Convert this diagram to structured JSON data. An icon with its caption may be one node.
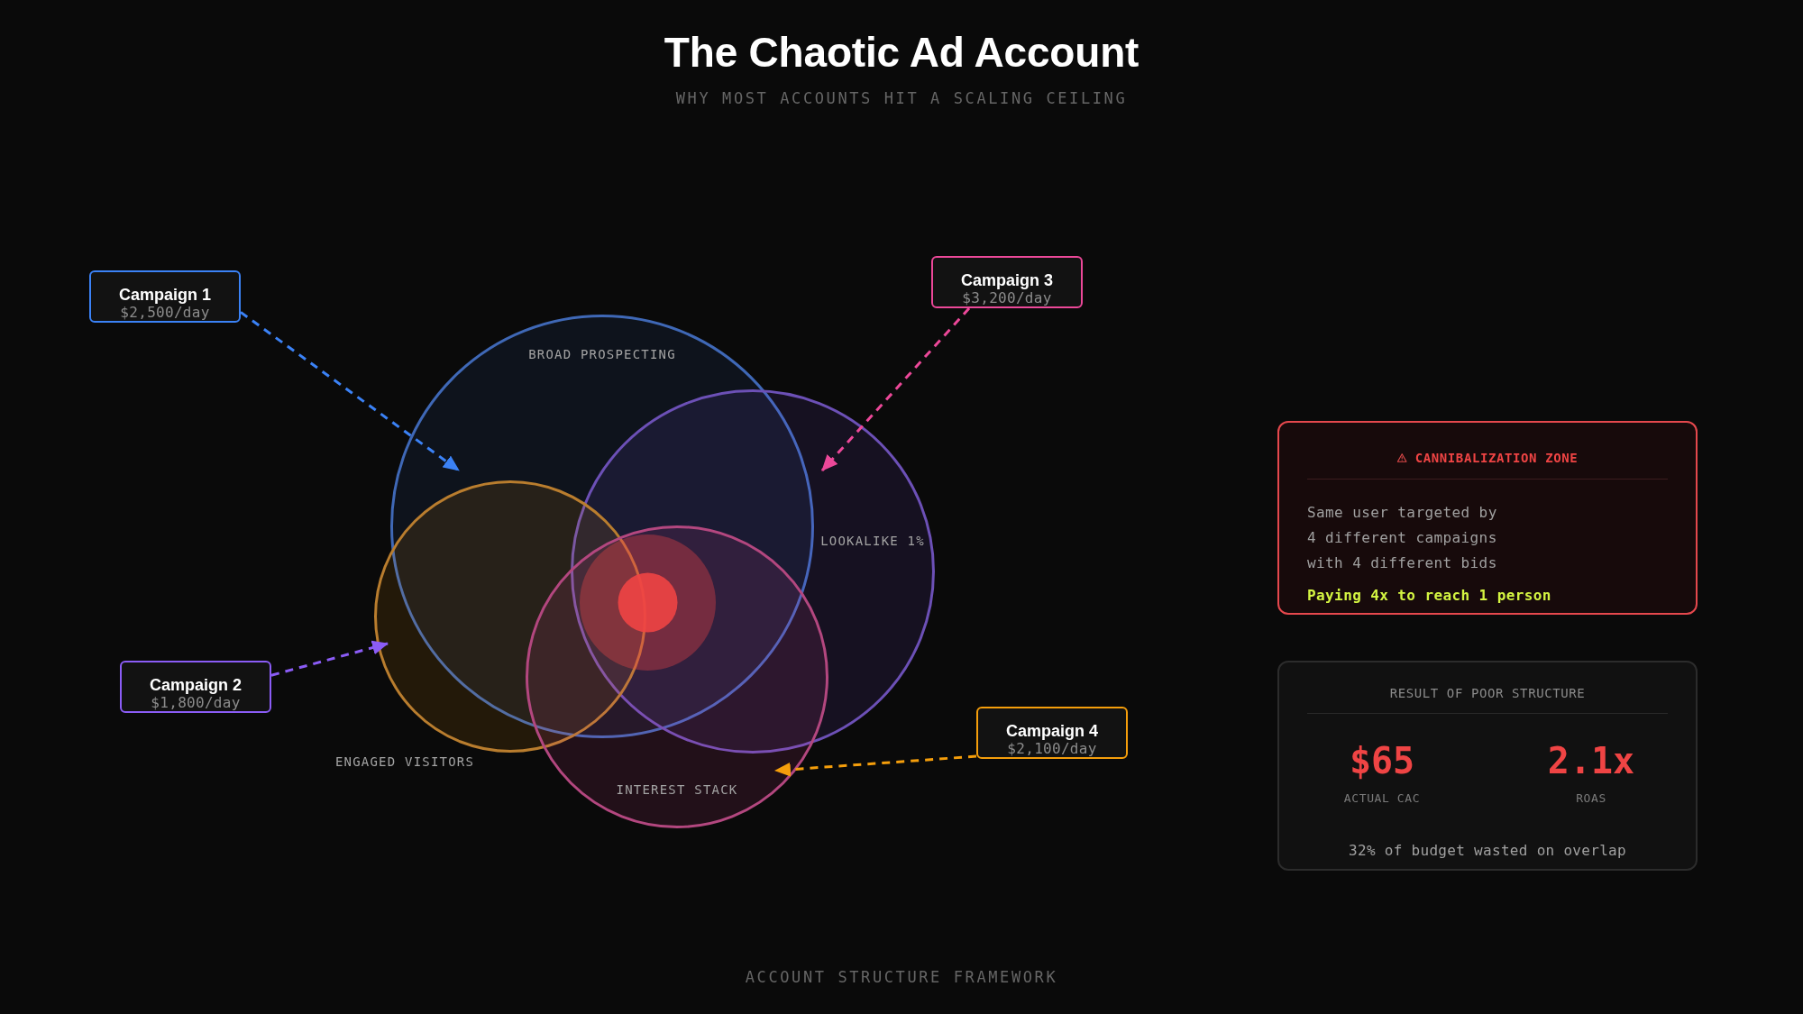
{
  "diagram": {
    "title": "The Chaotic Ad Account",
    "nodes": [
      {
        "text": [
          "Campaign 1",
          "$2,500/day"
        ]
      },
      {
        "text": [
          "Campaign 2",
          "$1,800/day"
        ]
      },
      {
        "text": [
          "Campaign 3",
          "$3,200/day"
        ]
      },
      {
        "text": [
          "Campaign 4",
          "$2,100/day"
        ]
      },
      {
        "text": [
          "BROAD PROSPECTING"
        ]
      },
      {
        "text": [
          "LOOKALIKE 1%"
        ]
      },
      {
        "text": [
          "ENGAGED VISITORS"
        ]
      },
      {
        "text": [
          "INTEREST STACK"
        ]
      },
      {
        "text": [
          "CANNIBALIZATION ZONE",
          "Same user targeted by 4 different campaigns with 4 different bids",
          "Paying 4x to reach 1 person"
        ]
      },
      {
        "text": [
          "RESULT OF POOR STRUCTURE",
          "$65",
          "ACTUAL CAC",
          "2.1x",
          "ROAS",
          "32% of budget wasted on overlap"
        ]
      }
    ],
    "edges": [
      {
        "from": 0,
        "to": 4,
        "arrow": "to",
        "style": "dashed",
        "color": "#3b82f6"
      },
      {
        "from": 1,
        "to": 6,
        "arrow": "to",
        "style": "dashed",
        "color": "#8b5cf6"
      },
      {
        "from": 2,
        "to": 5,
        "arrow": "to",
        "style": "dashed",
        "color": "#ec4899"
      },
      {
        "from": 3,
        "to": 7,
        "arrow": "to",
        "style": "dashed",
        "color": "#f59e0b"
      }
    ],
    "labels": [
      "WHY MOST ACCOUNTS HIT A SCALING CEILING",
      "ACCOUNT STRUCTURE FRAMEWORK"
    ]
  }
}
